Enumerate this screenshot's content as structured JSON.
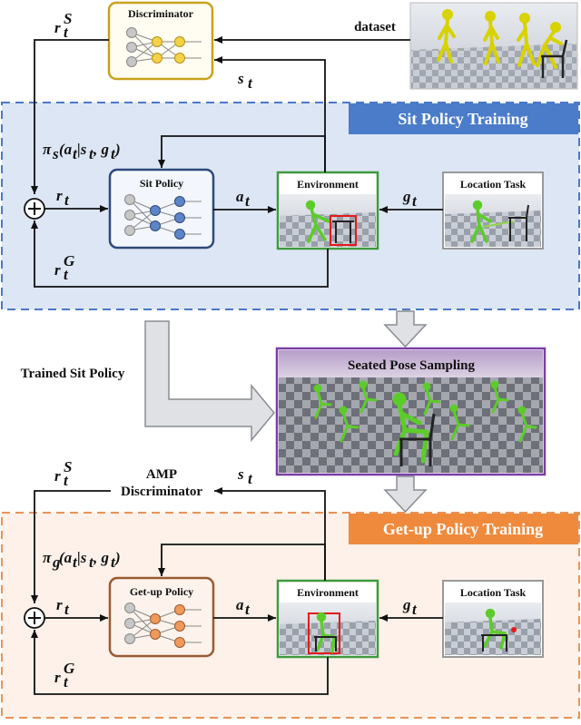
{
  "top": {
    "discriminator_title": "Discriminator",
    "dataset_label": "dataset",
    "reward_style": "r",
    "reward_style_sup": "S",
    "state_label": "s"
  },
  "sit": {
    "banner": "Sit Policy Training",
    "policy_label_pre": "π",
    "policy_label_sub": "s",
    "policy_args": "(a",
    "policy_title": "Sit Policy",
    "environment_title": "Environment",
    "task_title": "Location Task",
    "reward_total": "r",
    "action": "a",
    "goal": "g",
    "reward_goal": "r",
    "reward_goal_sup": "G"
  },
  "middle": {
    "trained_label": "Trained Sit Policy",
    "sampling_title": "Seated Pose Sampling"
  },
  "getup": {
    "banner": "Get-up Policy Training",
    "amp_line1": "AMP",
    "amp_line2": "Discriminator",
    "policy_label_pre": "π",
    "policy_label_sub": "g",
    "policy_title": "Get-up Policy",
    "environment_title": "Environment",
    "task_title": "Location Task",
    "reward_total": "r",
    "action": "a",
    "goal": "g",
    "reward_goal": "r",
    "reward_goal_sup": "G",
    "reward_style": "r",
    "reward_style_sup": "S",
    "state_label": "s"
  },
  "colors": {
    "sit_region": "#dde6f4",
    "sit_border": "#4a78c8",
    "sit_banner": "#4a7cc9",
    "getup_region": "#fdf1e9",
    "getup_border": "#e89358",
    "getup_banner": "#ef8a3c",
    "discriminator_border": "#c8a21c",
    "sit_policy_border": "#2e4a7a",
    "getup_policy_border": "#9a5a32",
    "environment_border": "#3e9a3e",
    "sampling_border": "#7a3ea6"
  }
}
